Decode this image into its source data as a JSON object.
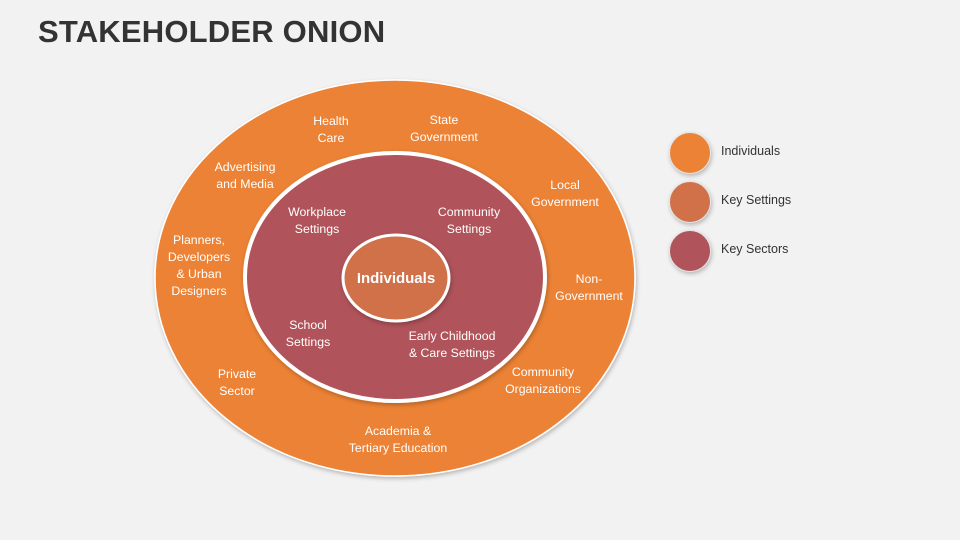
{
  "title": "STAKEHOLDER ONION",
  "colors": {
    "outer": "#ec8236",
    "middle": "#b0535a",
    "inner": "#d0714a",
    "background": "#f2f2f2",
    "ring_border": "#ffffff"
  },
  "center": {
    "label": "Individuals"
  },
  "key_settings": [
    {
      "lines": [
        "Workplace",
        "Settings"
      ]
    },
    {
      "lines": [
        "Community",
        "Settings"
      ]
    },
    {
      "lines": [
        "School",
        "Settings"
      ]
    },
    {
      "lines": [
        "Early Childhood",
        "& Care Settings"
      ]
    }
  ],
  "key_sectors": [
    {
      "lines": [
        "Health",
        "Care"
      ]
    },
    {
      "lines": [
        "State",
        "Government"
      ]
    },
    {
      "lines": [
        "Local",
        "Government"
      ]
    },
    {
      "lines": [
        "Advertising",
        "and Media"
      ]
    },
    {
      "lines": [
        "Planners,",
        "Developers",
        "& Urban",
        "Designers"
      ]
    },
    {
      "lines": [
        "Non-",
        "Government"
      ]
    },
    {
      "lines": [
        "Community",
        "Organizations"
      ]
    },
    {
      "lines": [
        "Private",
        "Sector"
      ]
    },
    {
      "lines": [
        "Academia &",
        "Tertiary Education"
      ]
    }
  ],
  "legend": [
    {
      "label": "Individuals",
      "color": "#ec8236",
      "icon": "circle"
    },
    {
      "label": "Key Settings",
      "color": "#d0714a",
      "icon": "circle"
    },
    {
      "label": "Key Sectors",
      "color": "#b0535a",
      "icon": "circle"
    }
  ]
}
